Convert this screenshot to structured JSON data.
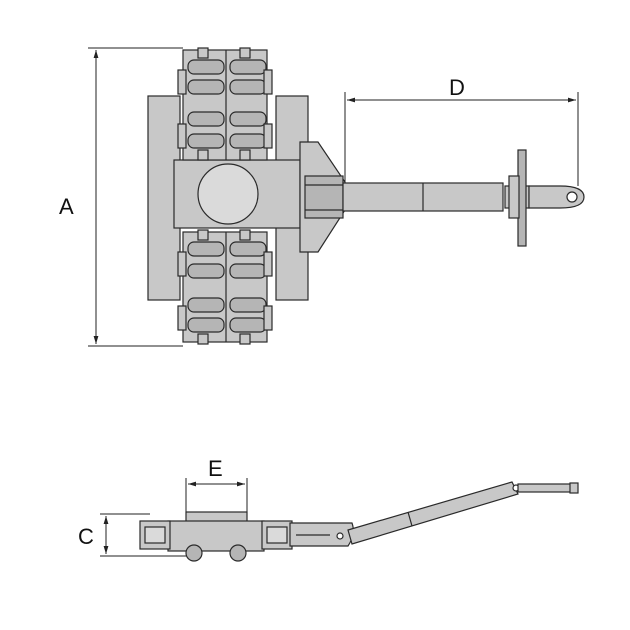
{
  "labels": {
    "a": "A",
    "c": "C",
    "d": "D",
    "e": "E"
  },
  "colors": {
    "part_fill": "#c8c8c8",
    "outline": "#2a2a2a",
    "dimension_line": "#222222"
  }
}
